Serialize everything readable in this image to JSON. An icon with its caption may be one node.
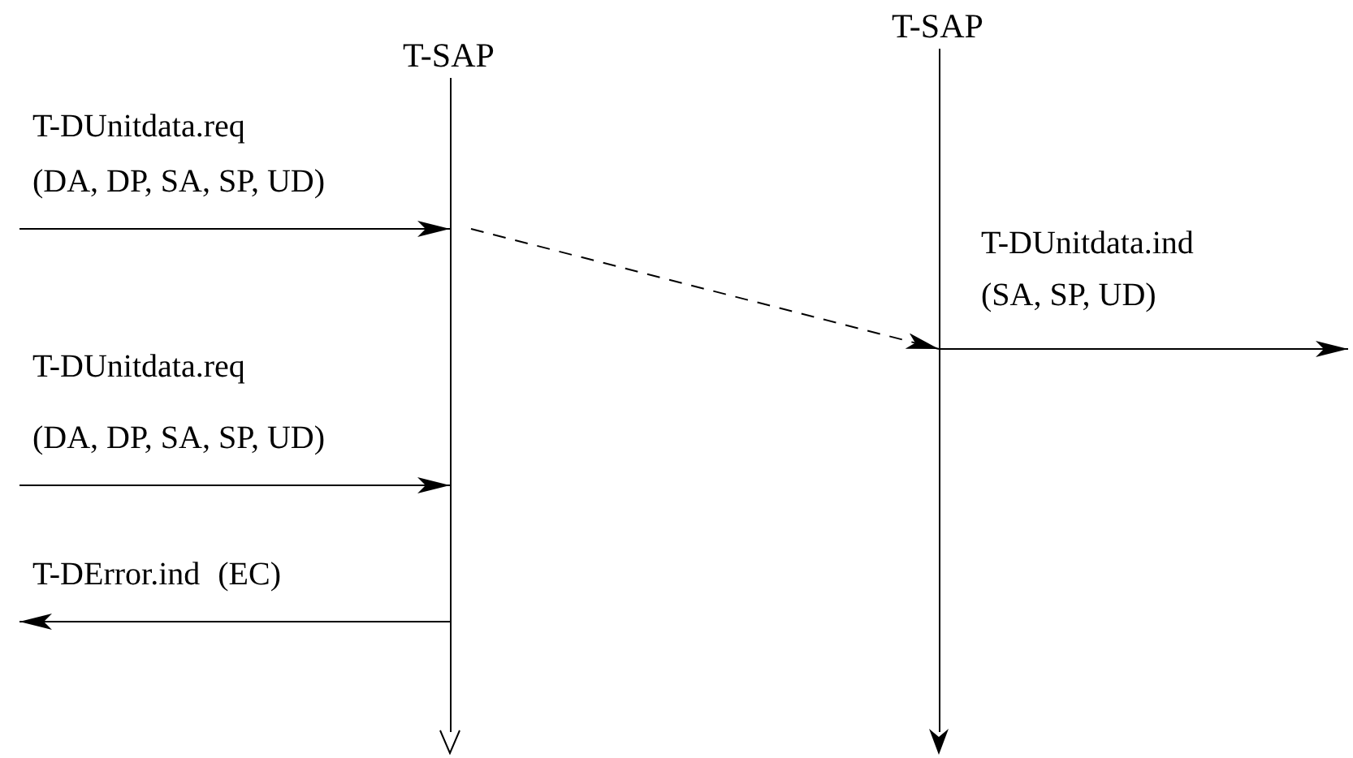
{
  "diagram": {
    "nodes": [
      {
        "text": [
          "T-SAP"
        ]
      },
      {
        "text": [
          "T-SAP"
        ]
      }
    ],
    "edges": [
      {
        "from": null,
        "to": 0,
        "arrow": "to",
        "label": "T-DUnitdata.req (DA, DP, SA, SP, UD)"
      },
      {
        "from": 0,
        "to": 1,
        "arrow": "to",
        "style": "dashed"
      },
      {
        "from": 1,
        "to": null,
        "arrow": "to",
        "label": "T-DUnitdata.ind (SA, SP, UD)"
      },
      {
        "from": null,
        "to": 0,
        "arrow": "to",
        "label": "T-DUnitdata.req (DA, DP, SA, SP, UD)"
      },
      {
        "from": 0,
        "to": null,
        "arrow": "to",
        "label": "T-DError.ind (EC)"
      }
    ]
  }
}
